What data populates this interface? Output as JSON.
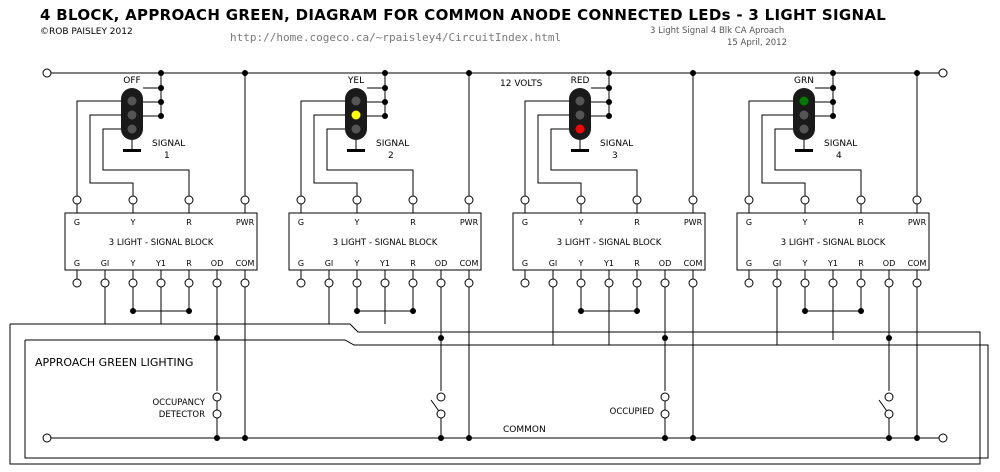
{
  "header": {
    "title": "4 BLOCK, APPROACH GREEN, DIAGRAM FOR COMMON ANODE CONNECTED LEDs - 3 LIGHT SIGNAL",
    "copyright": "©ROB PAISLEY 2012",
    "url": "http://home.cogeco.ca/~rpaisley4/CircuitIndex.html",
    "file_name": "3 Light Signal 4 Blk CA Aproach",
    "date": "15 April, 2012"
  },
  "labels": {
    "supply": "12 VOLTS",
    "common": "COMMON",
    "approach": "APPROACH GREEN LIGHTING",
    "occupancy_1": "OCCUPANCY",
    "occupancy_2": "DETECTOR",
    "occupied": "OCCUPIED"
  },
  "block": {
    "name": "3 LIGHT - SIGNAL BLOCK",
    "top_terminals": [
      "G",
      "Y",
      "R",
      "PWR"
    ],
    "bottom_terminals": [
      "G",
      "GI",
      "Y",
      "Y1",
      "R",
      "OD",
      "COM"
    ]
  },
  "signals": [
    {
      "aspect": "OFF",
      "name": "SIGNAL",
      "number": "1",
      "lit": "none"
    },
    {
      "aspect": "YEL",
      "name": "SIGNAL",
      "number": "2",
      "lit": "yellow"
    },
    {
      "aspect": "RED",
      "name": "SIGNAL",
      "number": "3",
      "lit": "red"
    },
    {
      "aspect": "GRN",
      "name": "SIGNAL",
      "number": "4",
      "lit": "green"
    }
  ],
  "colors": {
    "lamp_off": "#555555",
    "yellow": "#ffff00",
    "red": "#ff0000",
    "green": "#007a00",
    "head": "#1a1a1a"
  }
}
